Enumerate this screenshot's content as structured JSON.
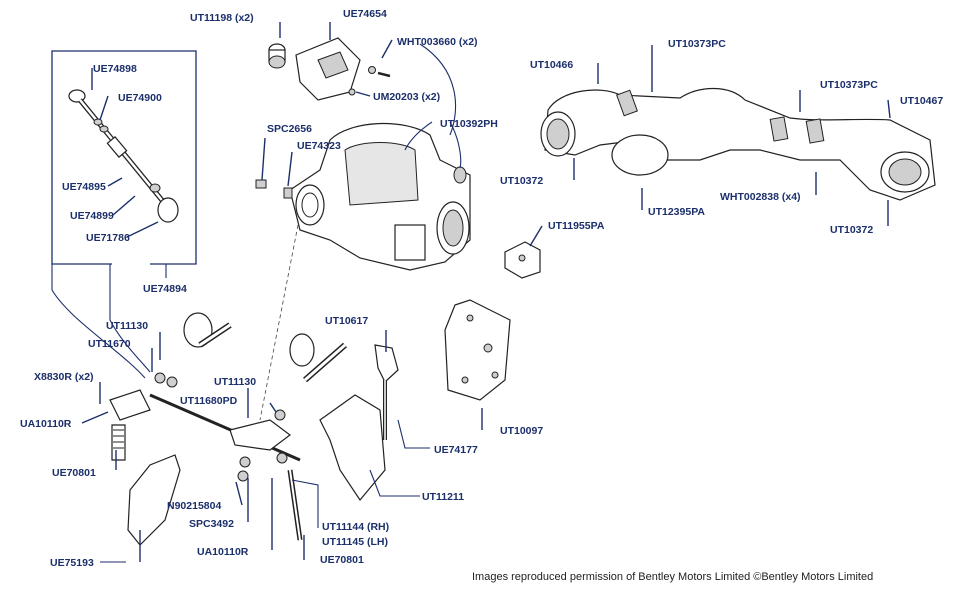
{
  "diagram": {
    "labels": {
      "ut11198": "UT11198 (x2)",
      "ue74654": "UE74654",
      "wht003660": "WHT003660 (x2)",
      "um20203": "UM20203 (x2)",
      "spc2656": "SPC2656",
      "ut10392ph": "UT10392PH",
      "ue74323": "UE74323",
      "ue74898": "UE74898",
      "ue74900": "UE74900",
      "ue74895": "UE74895",
      "ue74899": "UE74899",
      "ue71786": "UE71786",
      "ue74894": "UE74894",
      "ut10466": "UT10466",
      "ut10373pc_a": "UT10373PC",
      "ut10373pc_b": "UT10373PC",
      "ut10467": "UT10467",
      "ut10372_a": "UT10372",
      "ut12395pa": "UT12395PA",
      "wht002838": "WHT002838 (x4)",
      "ut10372_b": "UT10372",
      "ut11955pa": "UT11955PA",
      "ut11130_a": "UT11130",
      "ut11670": "UT11670",
      "x8830r": "X8830R (x2)",
      "ua10110r_a": "UA10110R",
      "ue70801_a": "UE70801",
      "ut11130_b": "UT11130",
      "ut11680pd": "UT11680PD",
      "ut10617": "UT10617",
      "ue74177": "UE74177",
      "ut10097": "UT10097",
      "ut11211": "UT11211",
      "n90215804": "N90215804",
      "spc3492": "SPC3492",
      "ua10110r_b": "UA10110R",
      "ut11144": "UT11144 (RH)",
      "ut11145": "UT11145 (LH)",
      "ue70801_b": "UE70801",
      "ue75193": "UE75193"
    },
    "credit": "Images reproduced permission of Bentley Motors Limited ©Bentley Motors Limited"
  }
}
